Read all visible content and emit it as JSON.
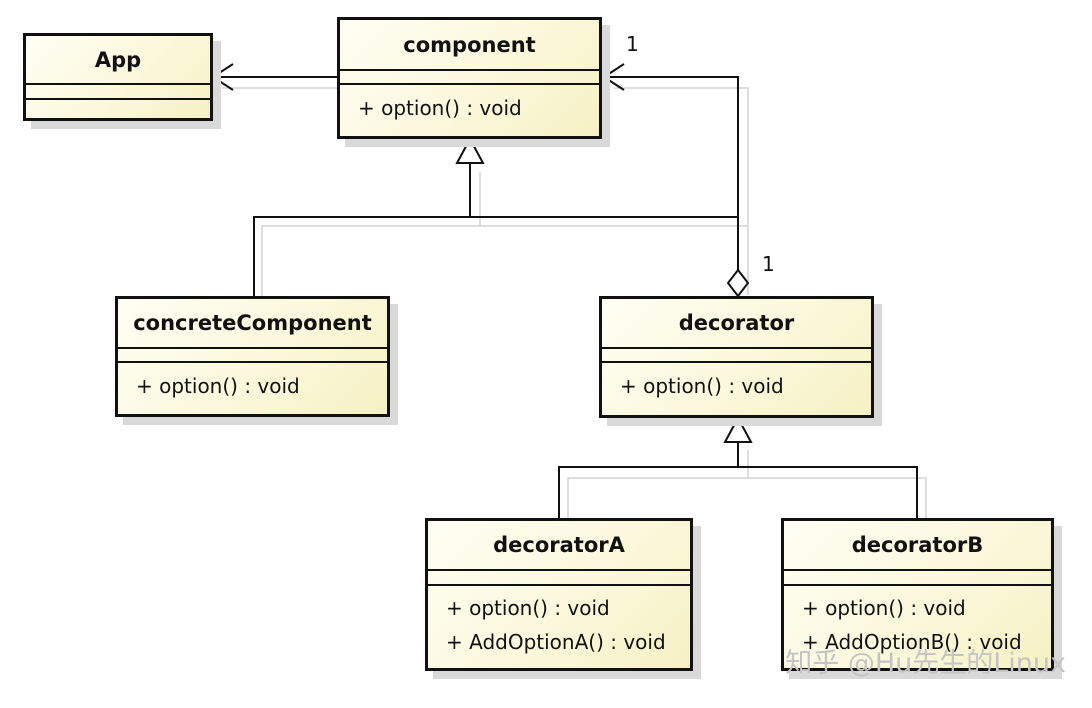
{
  "classes": {
    "app": {
      "name": "App",
      "operations": []
    },
    "component": {
      "name": "component",
      "operations": [
        "+ option() : void"
      ]
    },
    "concrete_component": {
      "name": "concreteComponent",
      "operations": [
        "+ option() : void"
      ]
    },
    "decorator": {
      "name": "decorator",
      "operations": [
        "+ option() : void"
      ]
    },
    "decorator_a": {
      "name": "decoratorA",
      "operations": [
        "+ option() : void",
        "+ AddOptionA() : void"
      ]
    },
    "decorator_b": {
      "name": "decoratorB",
      "operations": [
        "+ option() : void",
        "+ AddOptionB() : void"
      ]
    }
  },
  "multiplicities": {
    "component_end": "1",
    "decorator_end": "1"
  },
  "watermark": "知乎 @Hu先生的Linux",
  "colors": {
    "box_fill": "#fbf8dc",
    "border": "#111111",
    "shadow": "#d9d9d9"
  }
}
